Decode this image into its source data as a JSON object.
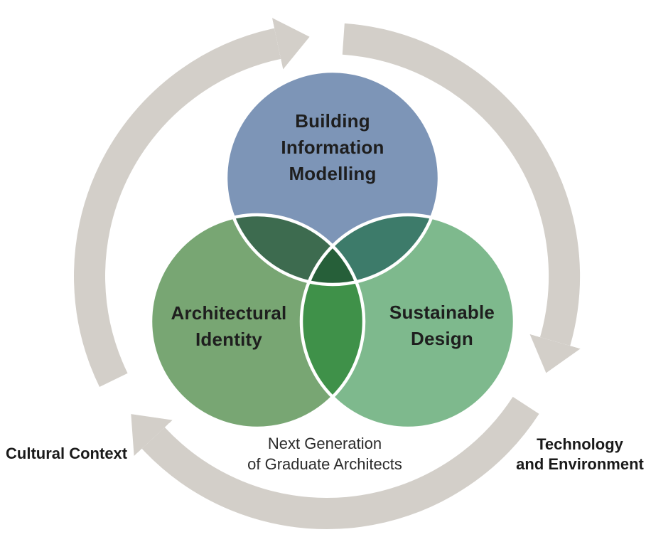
{
  "diagram": {
    "type": "venn-cycle",
    "background": "#ffffff",
    "circle_outline": "#ffffff",
    "text_color": "#1e1e1e",
    "circles": [
      {
        "name": "Building Information Modelling",
        "lines": [
          "Building",
          "Information",
          "Modelling"
        ],
        "color": "#7d95b7"
      },
      {
        "name": "Architectural Identity",
        "lines": [
          "Architectural",
          "Identity"
        ],
        "color": "#78a673"
      },
      {
        "name": "Sustainable Design",
        "lines": [
          "Sustainable",
          "Design"
        ],
        "color": "#7eb98d"
      }
    ],
    "overlaps": {
      "bim_architectural": "#3d6b4f",
      "bim_sustainable": "#3d7b6a",
      "architectural_sustainable": "#3f9149",
      "all_three": "#265f39"
    },
    "cycle_ring": {
      "color": "#d3cfc9",
      "direction": "clockwise",
      "segments": 3
    },
    "center_label": {
      "lines": [
        "Next Generation",
        "of Graduate Architects"
      ]
    },
    "outer_labels": {
      "cultural_context": {
        "lines": [
          "Cultural Context"
        ]
      },
      "technology_environment": {
        "lines": [
          "Technology",
          "and Environment"
        ]
      }
    }
  }
}
